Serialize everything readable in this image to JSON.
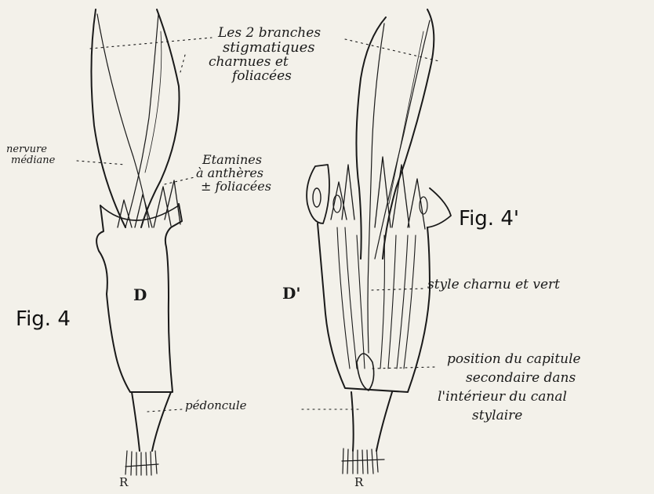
{
  "labels": {
    "stigma_branches": [
      "Les 2 branches",
      "stigmatiques",
      "charnues et",
      "foliacées"
    ],
    "nervure": [
      "nervure",
      "médiane"
    ],
    "etamines": [
      "Etamines",
      "à anthères",
      "± foliacées"
    ],
    "fig4_prime": "Fig. 4'",
    "fig4": "Fig. 4",
    "d": "D",
    "d_prime": "D'",
    "style": "style charnu et vert",
    "position": [
      "position du capitule",
      "secondaire dans",
      "l'intérieur du canal",
      "stylaire"
    ],
    "pedoncule": "pédoncule",
    "r_left": "R",
    "r_right": "R"
  }
}
